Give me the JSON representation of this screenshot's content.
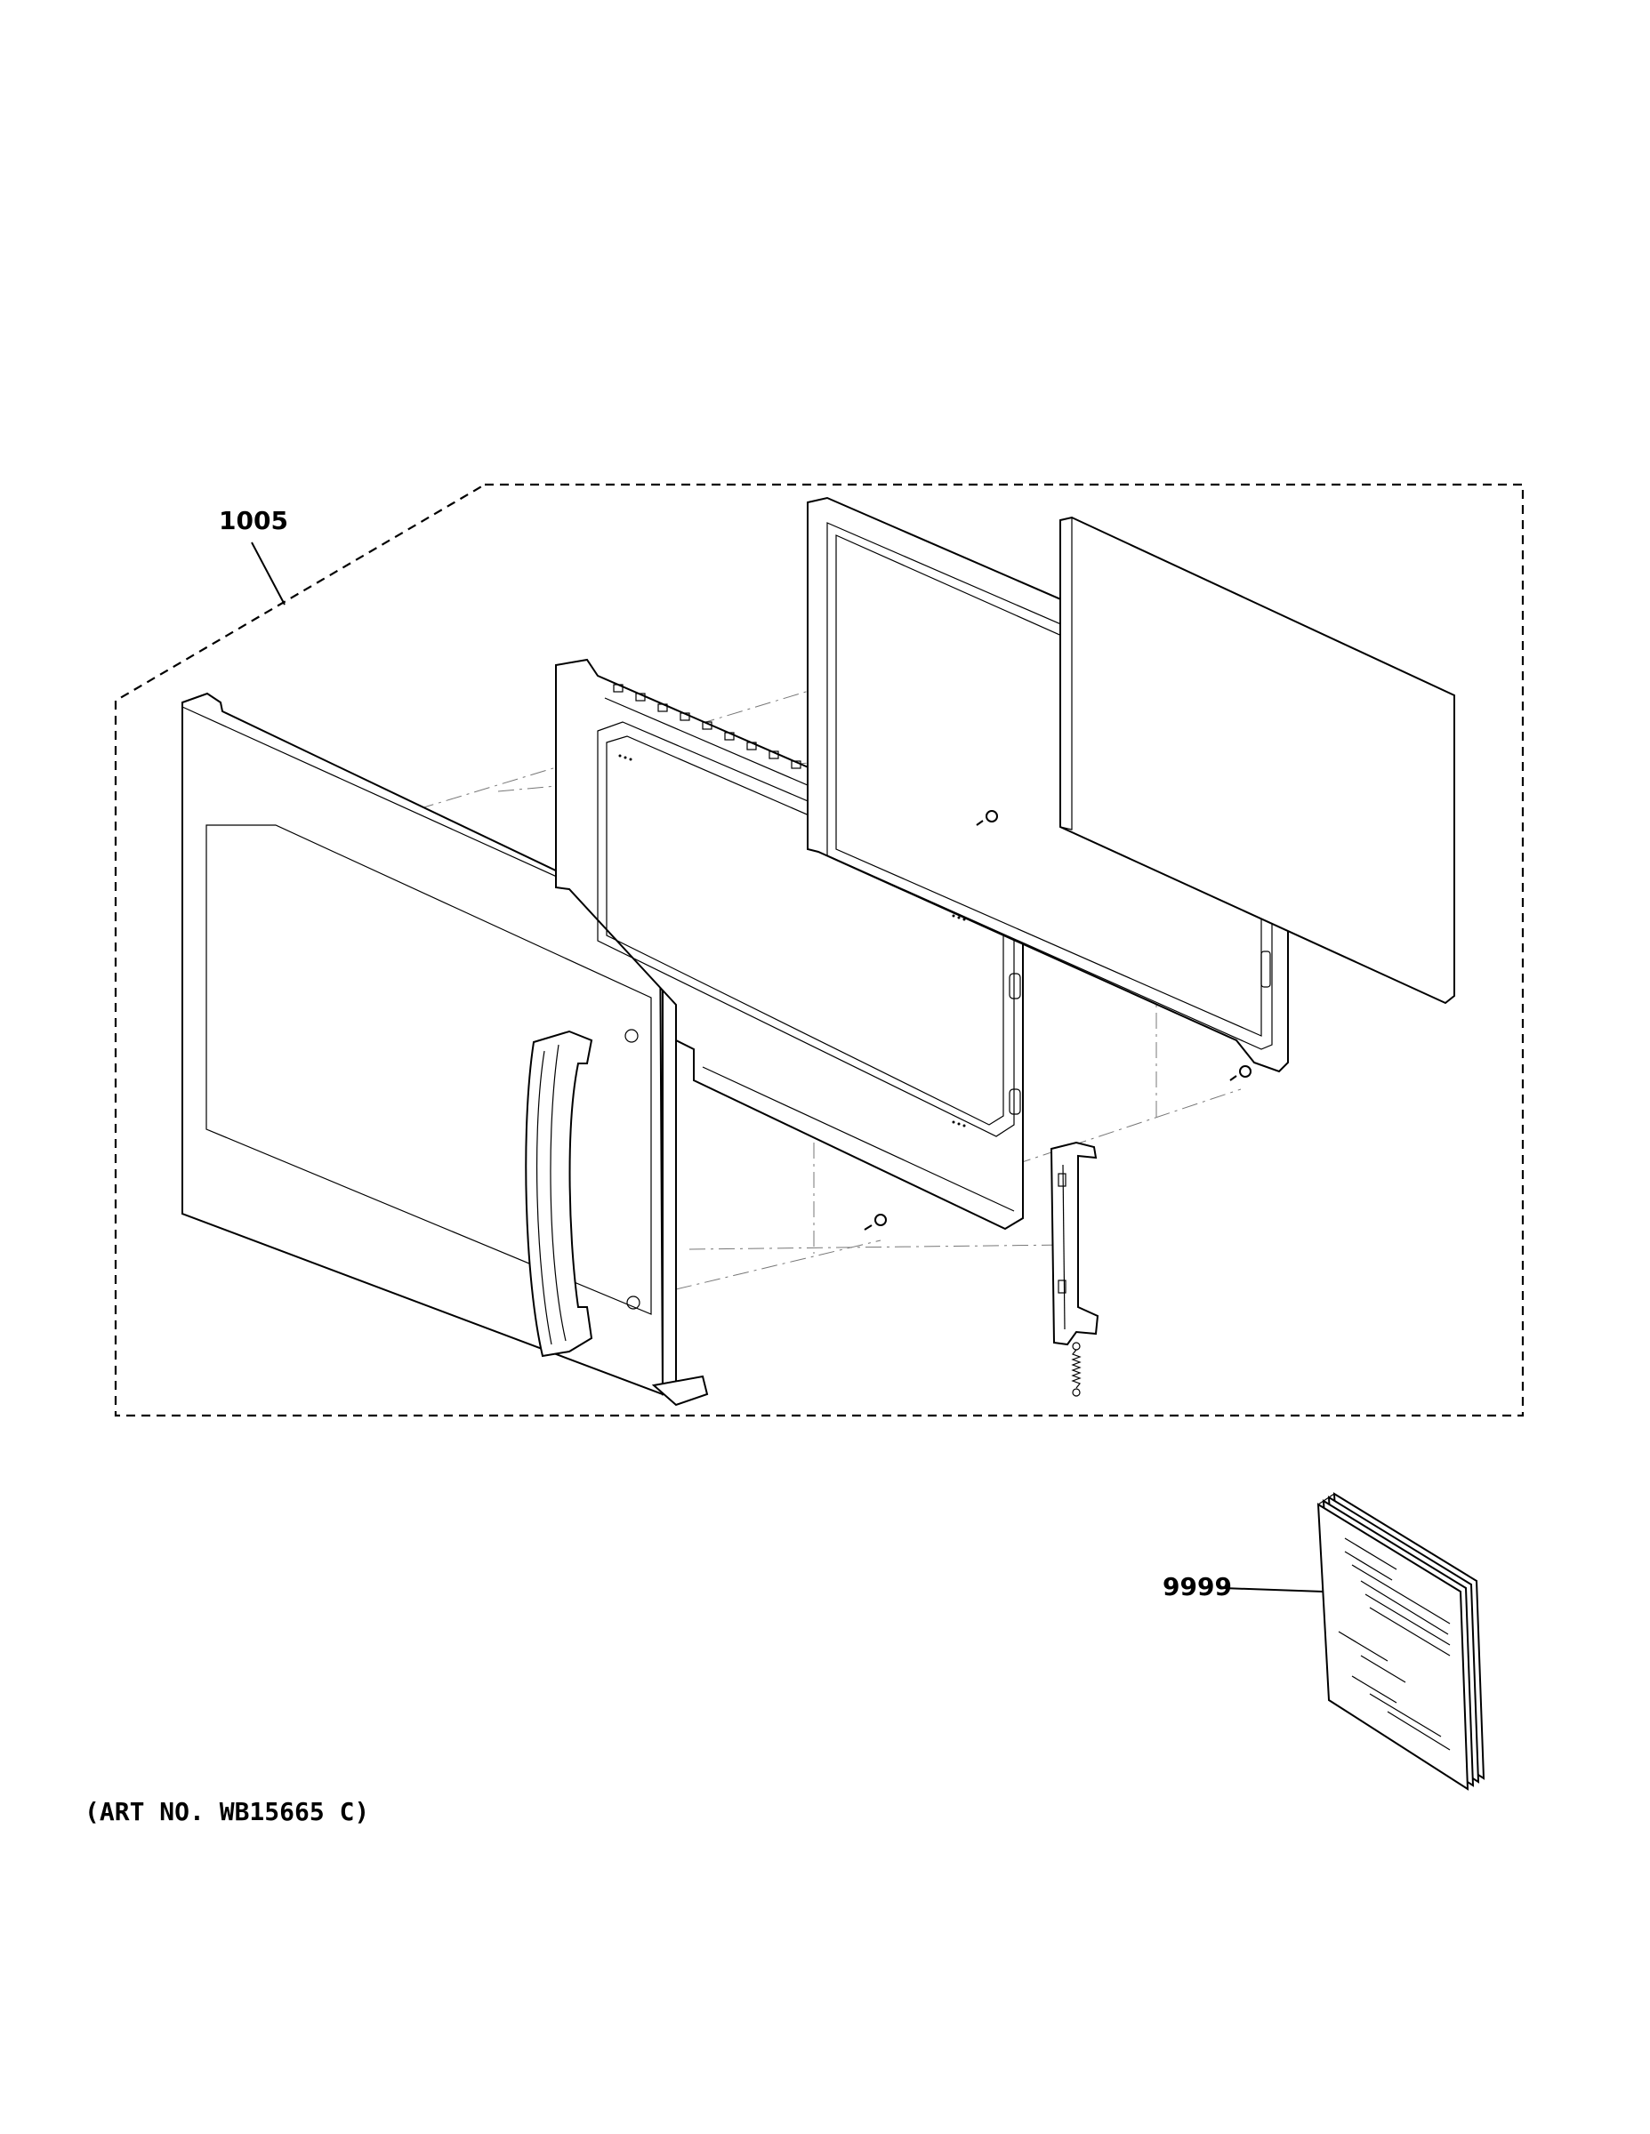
{
  "callouts": {
    "door_assembly": "1005",
    "literature": "9999"
  },
  "art_number": "(ART NO. WB15665 C)"
}
